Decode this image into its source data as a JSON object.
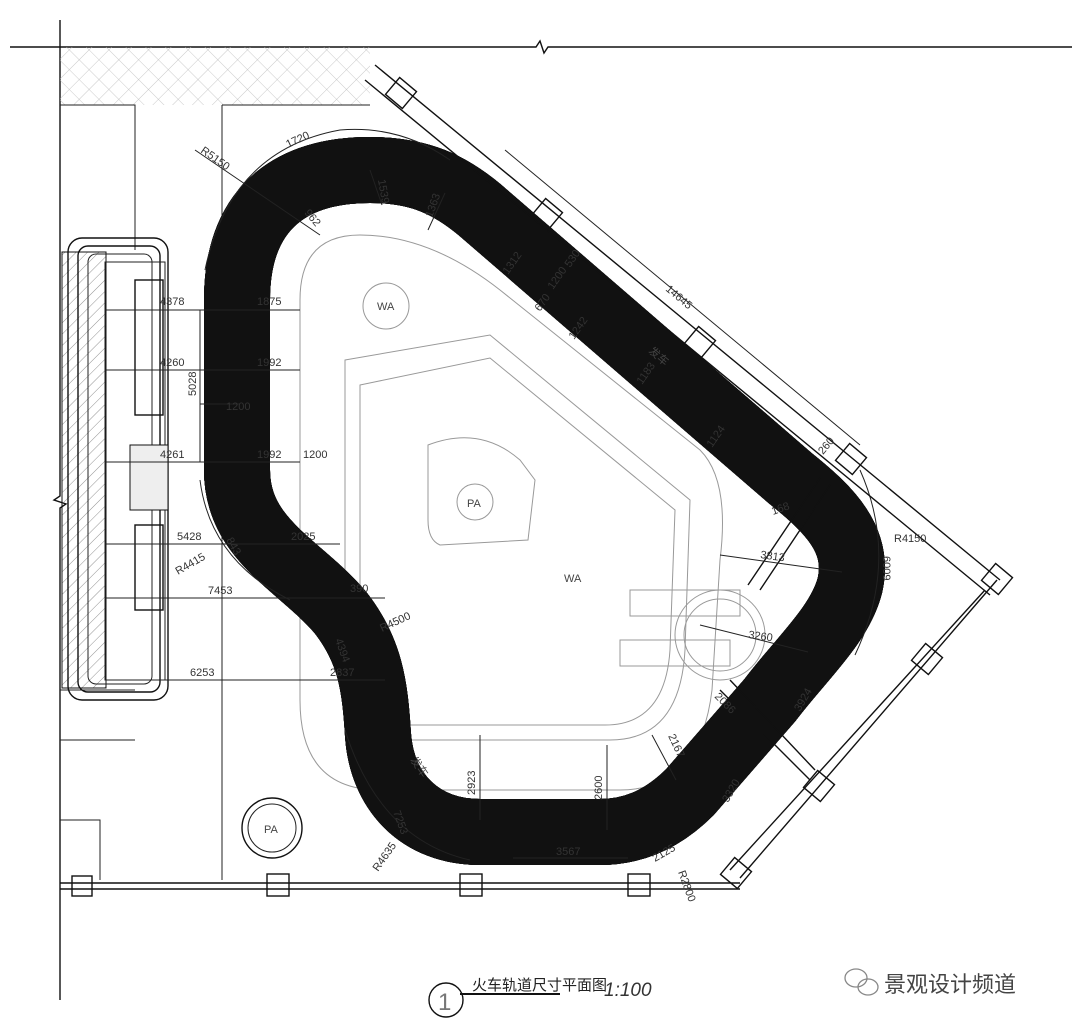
{
  "drawing": {
    "title": "火车轨道尺寸平面图",
    "scale": "1:100",
    "index": "1",
    "watermark": "景观设计频道",
    "area_labels": {
      "wa_top": "WA",
      "wa_center": "WA",
      "pa_center": "PA",
      "pa_bottom": "PA"
    },
    "track_notes": {
      "note_top": "发车",
      "note_bottom": "发车"
    }
  },
  "dimensions": {
    "d1720": "1720",
    "r5150": "R5150",
    "d962": "962",
    "d1539": "1539",
    "d1363": "1363",
    "d1312": "1312",
    "d670": "670",
    "d1200a": "1200",
    "d530": "530",
    "d1242": "1242",
    "d1183": "1183",
    "d1124": "1124",
    "d14645": "14645",
    "d260": "260",
    "d168": "168",
    "r4150": "R4150",
    "d6009": "6009",
    "d3813": "3813",
    "d3260": "3260",
    "d3924": "3924",
    "d2086": "2086",
    "d2167": "2167",
    "d3320": "3320",
    "d2600": "2600",
    "d2923": "2923",
    "d2125": "2125",
    "r2800": "R2800",
    "d3567": "3567",
    "r4635": "R4635",
    "d7253": "7253",
    "d4394": "4394",
    "d2837": "2837",
    "r4500": "R4500",
    "d390": "390",
    "r4415": "R4415",
    "d843": "843",
    "d7453": "7453",
    "d6253": "6253",
    "d5428": "5428",
    "d2025": "2025",
    "d4261": "4261",
    "d1992a": "1992",
    "d1200b": "1200",
    "d4378": "4378",
    "d1875": "1875",
    "d4260": "4260",
    "d1992b": "1992",
    "d5028": "5028",
    "d1200c": "1200"
  }
}
